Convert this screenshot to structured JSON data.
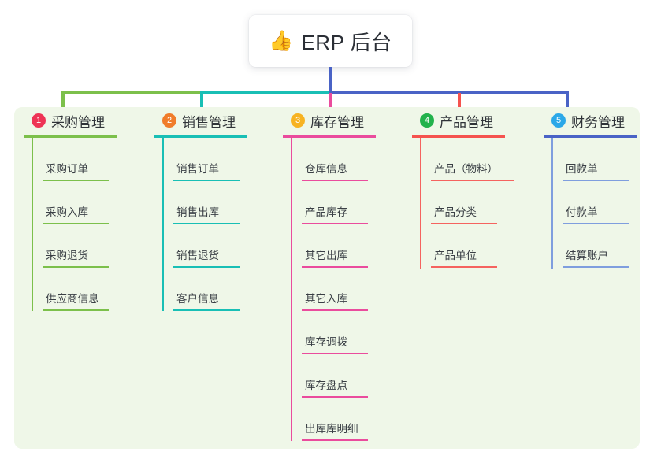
{
  "root": {
    "icon": "thumbs-up-icon",
    "icon_glyph": "👍",
    "title": "ERP 后台"
  },
  "panel": {
    "background_color": "#eff7e8"
  },
  "connectors": {
    "trunk_color": "#4a63c6",
    "bus_segments": [
      {
        "color": "#7cc04b"
      },
      {
        "color": "#19bfb5"
      },
      {
        "color": "#4a63c6"
      }
    ]
  },
  "columns": [
    {
      "number": "1",
      "title": "采购管理",
      "color": "#7cc04b",
      "badge_color": "#ee3455",
      "items": [
        "采购订单",
        "采购入库",
        "采购退货",
        "供应商信息"
      ]
    },
    {
      "number": "2",
      "title": "销售管理",
      "color": "#19bfb5",
      "badge_color": "#f07c2a",
      "items": [
        "销售订单",
        "销售出库",
        "销售退货",
        "客户信息"
      ]
    },
    {
      "number": "3",
      "title": "库存管理",
      "color": "#ea4c9d",
      "badge_color": "#f7b322",
      "items": [
        "仓库信息",
        "产品库存",
        "其它出库",
        "其它入库",
        "库存调拨",
        "库存盘点",
        "出库库明细"
      ]
    },
    {
      "number": "4",
      "title": "产品管理",
      "color": "#f5534f",
      "badge_color": "#22b24c",
      "items": [
        "产品（物料）",
        "产品分类",
        "产品单位"
      ]
    },
    {
      "number": "5",
      "title": "财务管理",
      "color": "#4a63c6",
      "badge_color": "#2ba8e8",
      "items": [
        "回款单",
        "付款单",
        "结算账户"
      ]
    }
  ]
}
